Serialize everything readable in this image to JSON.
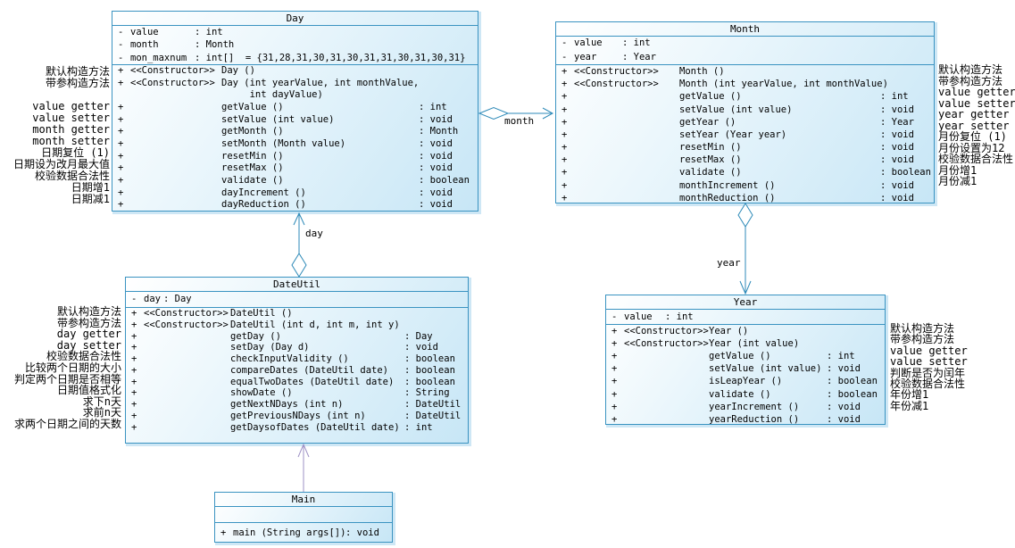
{
  "diagram": {
    "colors": {
      "box_border": "#3a93c1",
      "box_fill_light": "#ffffff",
      "box_fill_dark": "#c7e6f6",
      "connector": "#2e8ab8",
      "dependency_connector": "#9d90c5"
    },
    "classes": [
      {
        "name": "Day",
        "attributes": [
          {
            "vis": "-",
            "name": "value",
            "type": ": int"
          },
          {
            "vis": "-",
            "name": "month",
            "type": ": Month"
          },
          {
            "vis": "-",
            "name": "mon_maxnum",
            "type": ": int[]  = {31,28,31,30,31,30,31,31,30,31,30,31}"
          }
        ],
        "methods": [
          {
            "vis": "+",
            "stereo": "<<Constructor>>",
            "name": "Day ()",
            "type": ""
          },
          {
            "vis": "+",
            "stereo": "<<Constructor>>",
            "name": "Day (int yearValue, int monthValue,",
            "type": ""
          },
          {
            "vis": "",
            "stereo": "",
            "name": "     int dayValue)",
            "type": ""
          },
          {
            "vis": "+",
            "stereo": "",
            "name": "getValue ()",
            "type": ": int"
          },
          {
            "vis": "+",
            "stereo": "",
            "name": "setValue (int value)",
            "type": ": void"
          },
          {
            "vis": "+",
            "stereo": "",
            "name": "getMonth ()",
            "type": ": Month"
          },
          {
            "vis": "+",
            "stereo": "",
            "name": "setMonth (Month value)",
            "type": ": void"
          },
          {
            "vis": "+",
            "stereo": "",
            "name": "resetMin ()",
            "type": ": void"
          },
          {
            "vis": "+",
            "stereo": "",
            "name": "resetMax ()",
            "type": ": void"
          },
          {
            "vis": "+",
            "stereo": "",
            "name": "validate ()",
            "type": ": boolean"
          },
          {
            "vis": "+",
            "stereo": "",
            "name": "dayIncrement ()",
            "type": ": void"
          },
          {
            "vis": "+",
            "stereo": "",
            "name": "dayReduction ()",
            "type": ": void"
          }
        ]
      },
      {
        "name": "Month",
        "attributes": [
          {
            "vis": "-",
            "name": "value",
            "type": ": int"
          },
          {
            "vis": "-",
            "name": "year",
            "type": ": Year"
          }
        ],
        "methods": [
          {
            "vis": "+",
            "stereo": "<<Constructor>>",
            "name": "Month ()",
            "type": ""
          },
          {
            "vis": "+",
            "stereo": "<<Constructor>>",
            "name": "Month (int yearValue, int monthValue)",
            "type": ""
          },
          {
            "vis": "+",
            "stereo": "",
            "name": "getValue ()",
            "type": ": int"
          },
          {
            "vis": "+",
            "stereo": "",
            "name": "setValue (int value)",
            "type": ": void"
          },
          {
            "vis": "+",
            "stereo": "",
            "name": "getYear ()",
            "type": ": Year"
          },
          {
            "vis": "+",
            "stereo": "",
            "name": "setYear (Year year)",
            "type": ": void"
          },
          {
            "vis": "+",
            "stereo": "",
            "name": "resetMin ()",
            "type": ": void"
          },
          {
            "vis": "+",
            "stereo": "",
            "name": "resetMax ()",
            "type": ": void"
          },
          {
            "vis": "+",
            "stereo": "",
            "name": "validate ()",
            "type": ": boolean"
          },
          {
            "vis": "+",
            "stereo": "",
            "name": "monthIncrement ()",
            "type": ": void"
          },
          {
            "vis": "+",
            "stereo": "",
            "name": "monthReduction ()",
            "type": ": void"
          }
        ]
      },
      {
        "name": "DateUtil",
        "attributes": [
          {
            "vis": "-",
            "name": "day",
            "type": ": Day"
          }
        ],
        "methods": [
          {
            "vis": "+",
            "stereo": "<<Constructor>>",
            "name": "DateUtil ()",
            "type": ""
          },
          {
            "vis": "+",
            "stereo": "<<Constructor>>",
            "name": "DateUtil (int d, int m, int y)",
            "type": ""
          },
          {
            "vis": "+",
            "stereo": "",
            "name": "getDay ()",
            "type": ": Day"
          },
          {
            "vis": "+",
            "stereo": "",
            "name": "setDay (Day d)",
            "type": ": void"
          },
          {
            "vis": "+",
            "stereo": "",
            "name": "checkInputValidity ()",
            "type": ": boolean"
          },
          {
            "vis": "+",
            "stereo": "",
            "name": "compareDates (DateUtil date)",
            "type": ": boolean"
          },
          {
            "vis": "+",
            "stereo": "",
            "name": "equalTwoDates (DateUtil date)",
            "type": ": boolean"
          },
          {
            "vis": "+",
            "stereo": "",
            "name": "showDate ()",
            "type": ": String"
          },
          {
            "vis": "+",
            "stereo": "",
            "name": "getNextNDays (int n)",
            "type": ": DateUtil"
          },
          {
            "vis": "+",
            "stereo": "",
            "name": "getPreviousNDays (int n)",
            "type": ": DateUtil"
          },
          {
            "vis": "+",
            "stereo": "",
            "name": "getDaysofDates (DateUtil date)",
            "type": ": int"
          }
        ]
      },
      {
        "name": "Year",
        "attributes": [
          {
            "vis": "-",
            "name": "value",
            "type": ": int"
          }
        ],
        "methods": [
          {
            "vis": "+",
            "stereo": "<<Constructor>>",
            "name": "Year ()",
            "type": ""
          },
          {
            "vis": "+",
            "stereo": "<<Constructor>>",
            "name": "Year (int value)",
            "type": ""
          },
          {
            "vis": "+",
            "stereo": "",
            "name": "getValue ()",
            "type": ": int"
          },
          {
            "vis": "+",
            "stereo": "",
            "name": "setValue (int value)",
            "type": ": void"
          },
          {
            "vis": "+",
            "stereo": "",
            "name": "isLeapYear ()",
            "type": ": boolean"
          },
          {
            "vis": "+",
            "stereo": "",
            "name": "validate ()",
            "type": ": boolean"
          },
          {
            "vis": "+",
            "stereo": "",
            "name": "yearIncrement ()",
            "type": ": void"
          },
          {
            "vis": "+",
            "stereo": "",
            "name": "yearReduction ()",
            "type": ": void"
          }
        ]
      },
      {
        "name": "Main",
        "attributes": [],
        "methods": [
          {
            "vis": "+",
            "stereo": "",
            "name": "main (String args[])",
            "type": ": void"
          }
        ]
      }
    ],
    "annotations": {
      "day_left": [
        "默认构造方法",
        "带参构造方法",
        "",
        "value getter",
        "value setter",
        "month getter",
        "month setter",
        "日期复位 (1)",
        "日期设为改月最大值",
        "校验数据合法性",
        "日期增1",
        "日期减1"
      ],
      "month_right": [
        "默认构造方法",
        "带参构造方法",
        "value getter",
        "value setter",
        "year getter",
        "year setter",
        "月份复位 (1)",
        "月份设置为12",
        "校验数据合法性",
        "月份增1",
        "月份减1"
      ],
      "dateutil_left": [
        "默认构造方法",
        "带参构造方法",
        "day getter",
        "day setter",
        "校验数据合法性",
        "比较两个日期的大小",
        "判定两个日期是否相等",
        "日期值格式化",
        "求下n天",
        "求前n天",
        "求两个日期之间的天数"
      ],
      "year_right": [
        "默认构造方法",
        "带参构造方法",
        "value getter",
        "value setter",
        "判断是否为闰年",
        "校验数据合法性",
        "年份增1",
        "年份减1"
      ]
    },
    "connectors": {
      "month_label": "month",
      "day_label": "day",
      "year_label": "year"
    }
  }
}
